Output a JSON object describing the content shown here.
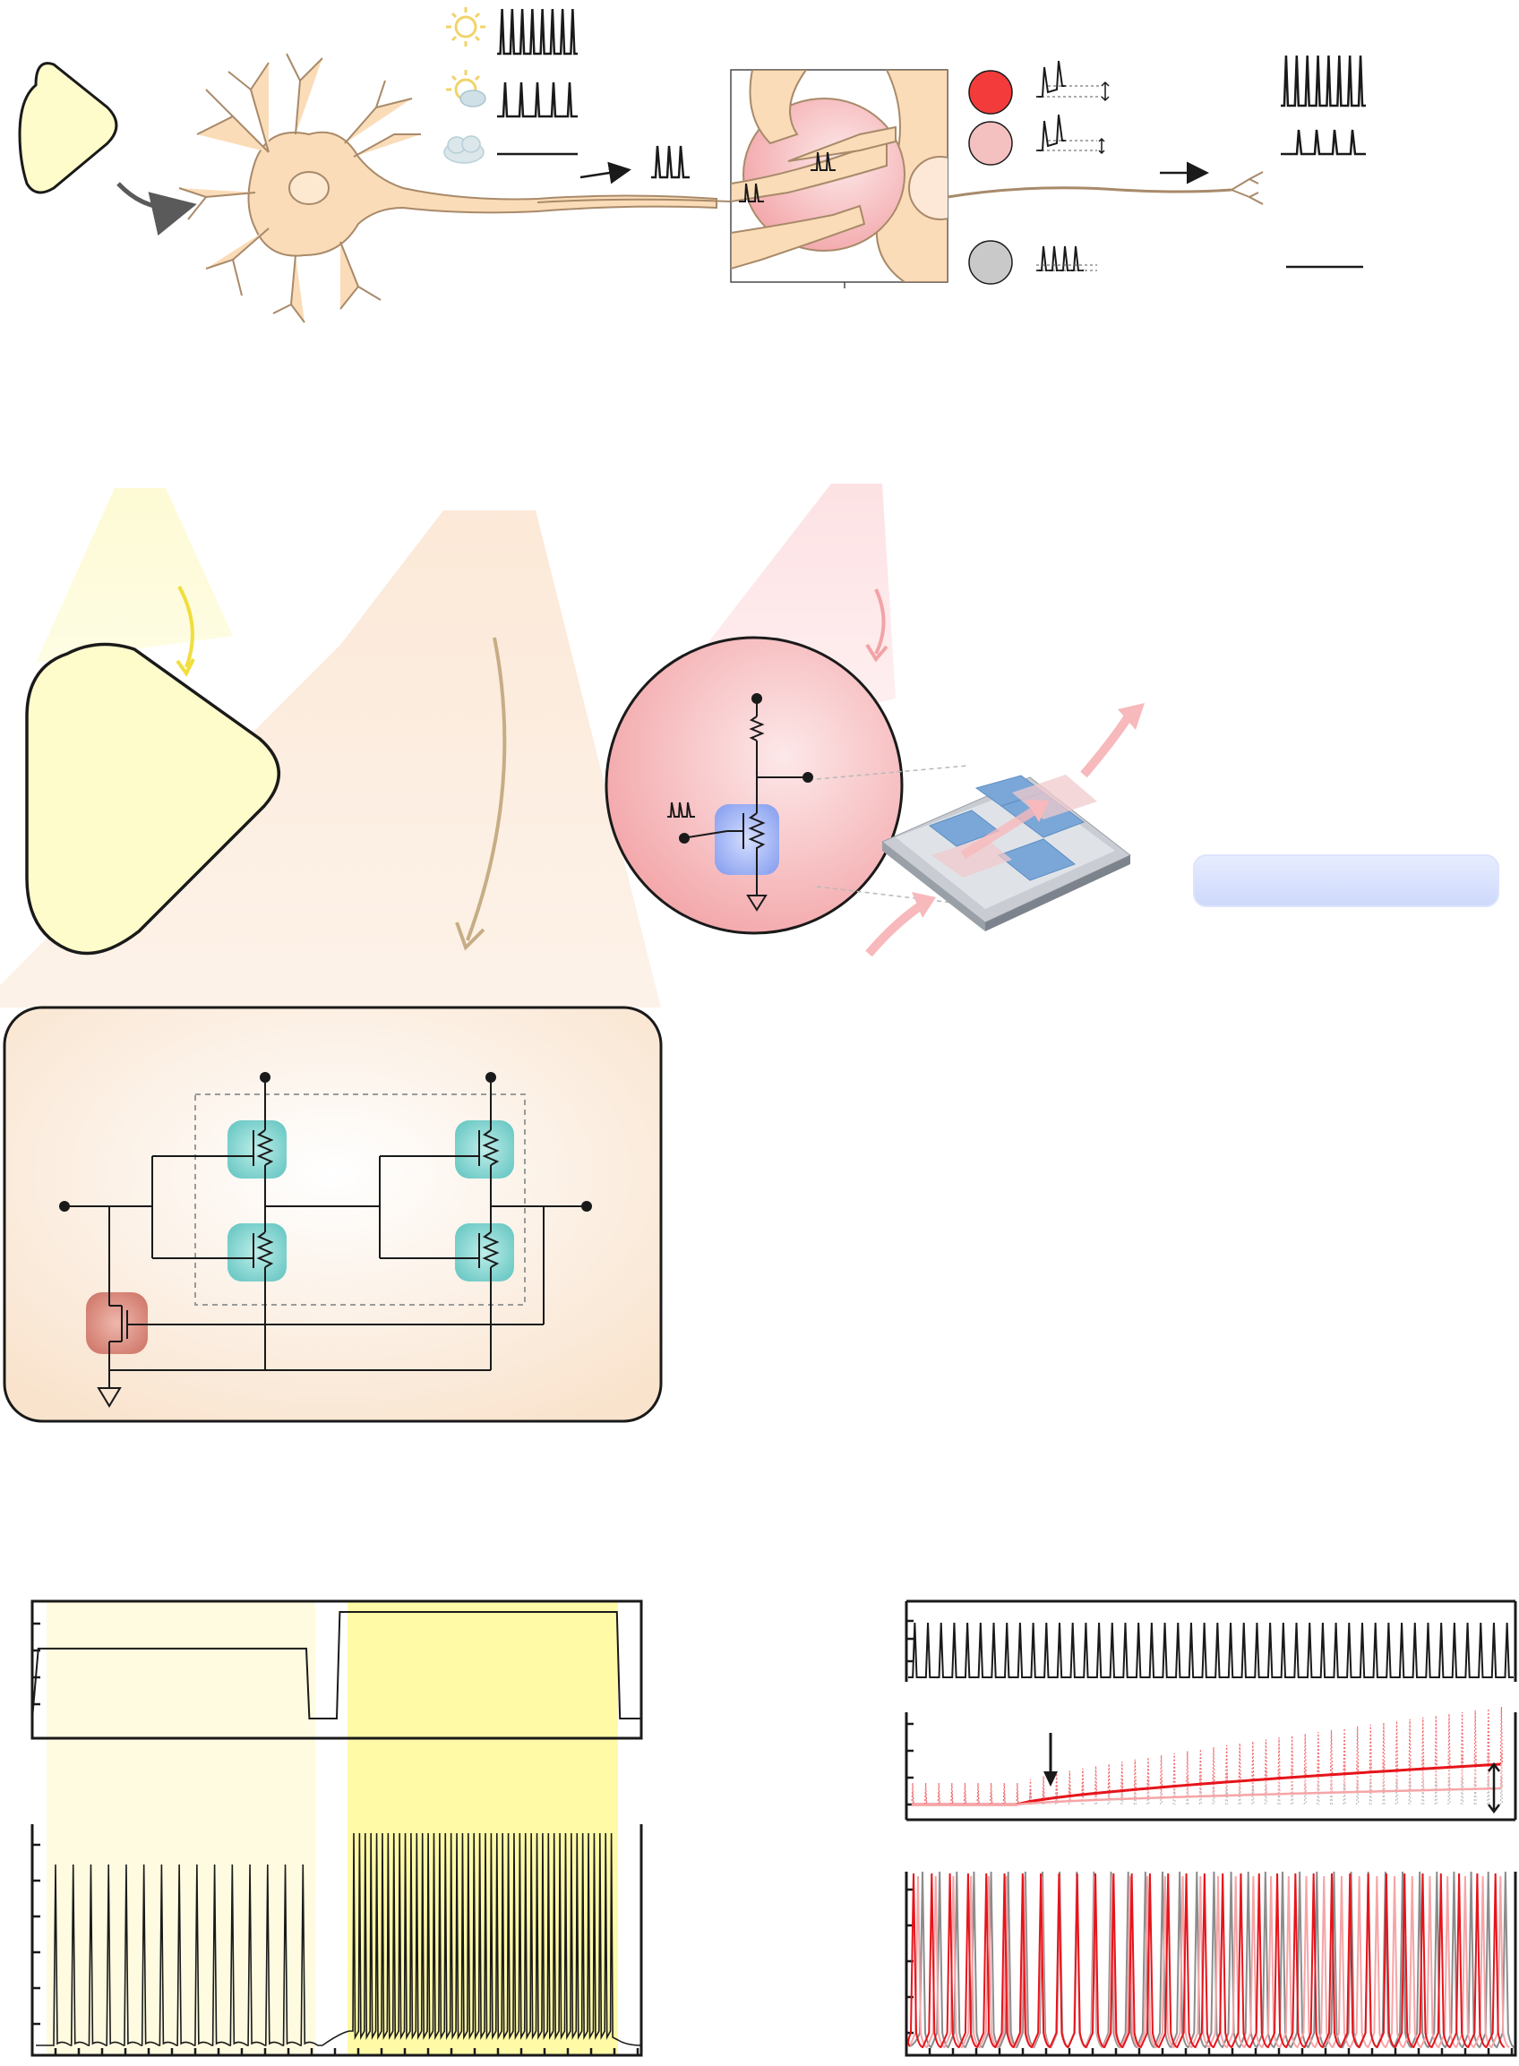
{
  "colors": {
    "receptor_fill": "#fefccb",
    "neuron_fill": "#fbdcb8",
    "neuron_stroke": "#a88a6a",
    "synapse_ring": "#f2a9ab",
    "strong_synapse": "#f33b3b",
    "medium_synapse": "#f5c0c0",
    "weak_synapse": "#c9c9c9",
    "cyan_device": "#8fd6d4",
    "red_device": "#d8897d",
    "blue_device": "#a7b9f5",
    "light_yellow_stim": "#fefbe0",
    "strong_yellow_stim": "#fffaa6",
    "trace_black": "#1a1a1a",
    "trace_red": "#e6141b",
    "trace_pink": "#f6a5a7",
    "trace_gray": "#8c8c8c"
  },
  "icons": [
    "sun-icon",
    "sun-cloud-icon",
    "cloud-icon",
    "arrow-icon",
    "ground-icon",
    "double-arrow-icon"
  ],
  "chart_data": [
    {
      "type": "line",
      "panel": "stimulus-input",
      "series": [
        {
          "values_rel": [
            0,
            0.63,
            0.63,
            0,
            0,
            0.96,
            0.96,
            0
          ],
          "t_rel": [
            0,
            0.01,
            0.45,
            0.455,
            0.5,
            0.505,
            0.96,
            0.965
          ]
        }
      ],
      "shaded_regions": [
        {
          "from": 0.0,
          "to": 0.45,
          "level": "weak"
        },
        {
          "from": 0.5,
          "to": 0.96,
          "level": "strong"
        }
      ]
    },
    {
      "type": "line",
      "panel": "neuron-spike-output",
      "series": [
        {
          "spike_count_weak": 15,
          "spike_count_strong": 46
        }
      ]
    },
    {
      "type": "line",
      "panel": "presynaptic-spikes",
      "series": [
        {
          "spike_count": 46
        }
      ]
    },
    {
      "type": "line",
      "panel": "synaptic-weight",
      "series": [
        {
          "color": "red",
          "start": 0.1,
          "end": 0.55
        },
        {
          "color": "pink",
          "start": 0.1,
          "end": 0.25
        },
        {
          "color": "gray",
          "start": 0.1,
          "end": 0.1
        }
      ],
      "marker_at_rel": 0.24
    },
    {
      "type": "line",
      "panel": "postsynaptic-output",
      "series": [
        {
          "color": "red",
          "spike_count": 33
        },
        {
          "color": "pink",
          "spike_count": 34
        },
        {
          "color": "gray",
          "spike_count": 35
        }
      ]
    }
  ]
}
